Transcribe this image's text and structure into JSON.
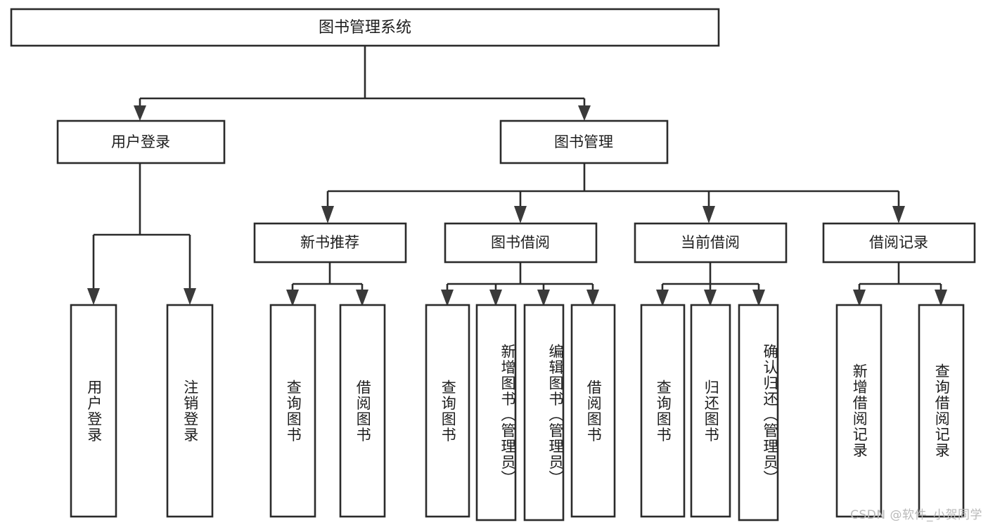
{
  "diagram": {
    "type": "tree-hierarchy",
    "title": "图书管理系统",
    "watermark": "CSDN @软件_小贺同学",
    "colors": {
      "stroke": "#2b2b2b",
      "fill": "#ffffff",
      "text": "#1d1d1d",
      "arrow": "#3a3a3a",
      "watermark": "#b9b9b9"
    },
    "root": {
      "label": "图书管理系统",
      "children": [
        {
          "label": "用户登录",
          "children": [
            {
              "label": "用户登录"
            },
            {
              "label": "注销登录"
            }
          ]
        },
        {
          "label": "图书管理",
          "children": [
            {
              "label": "新书推荐",
              "children": [
                {
                  "label": "查询图书"
                },
                {
                  "label": "借阅图书"
                }
              ]
            },
            {
              "label": "图书借阅",
              "children": [
                {
                  "label": "查询图书"
                },
                {
                  "label": "新增图书（管理员）"
                },
                {
                  "label": "编辑图书（管理员）"
                },
                {
                  "label": "借阅图书"
                }
              ]
            },
            {
              "label": "当前借阅",
              "children": [
                {
                  "label": "查询图书"
                },
                {
                  "label": "归还图书"
                },
                {
                  "label": "确认归还（管理员）"
                }
              ]
            },
            {
              "label": "借阅记录",
              "children": [
                {
                  "label": "新增借阅记录"
                },
                {
                  "label": "查询借阅记录"
                }
              ]
            }
          ]
        }
      ]
    },
    "nodes": {
      "root": {
        "label": "图书管理系统"
      },
      "l1": [
        {
          "id": "user-login",
          "label": "用户登录"
        },
        {
          "id": "book-manage",
          "label": "图书管理"
        }
      ],
      "l2": [
        {
          "id": "new-book-recommend",
          "label": "新书推荐"
        },
        {
          "id": "book-borrow",
          "label": "图书借阅"
        },
        {
          "id": "current-borrow",
          "label": "当前借阅"
        },
        {
          "id": "borrow-record",
          "label": "借阅记录"
        }
      ],
      "leaves": [
        {
          "id": "leaf-user-login",
          "label": "用户登录"
        },
        {
          "id": "leaf-logout",
          "label": "注销登录"
        },
        {
          "id": "leaf-query-book-1",
          "label": "查询图书"
        },
        {
          "id": "leaf-borrow-book-1",
          "label": "借阅图书"
        },
        {
          "id": "leaf-query-book-2",
          "label": "查询图书"
        },
        {
          "id": "leaf-add-book",
          "label": "新增图书（管理员）"
        },
        {
          "id": "leaf-edit-book",
          "label": "编辑图书（管理员）"
        },
        {
          "id": "leaf-borrow-book-2",
          "label": "借阅图书"
        },
        {
          "id": "leaf-query-book-3",
          "label": "查询图书"
        },
        {
          "id": "leaf-return-book",
          "label": "归还图书"
        },
        {
          "id": "leaf-confirm-return",
          "label": "确认归还（管理员）"
        },
        {
          "id": "leaf-add-record",
          "label": "新增借阅记录"
        },
        {
          "id": "leaf-query-record",
          "label": "查询借阅记录"
        }
      ]
    }
  }
}
